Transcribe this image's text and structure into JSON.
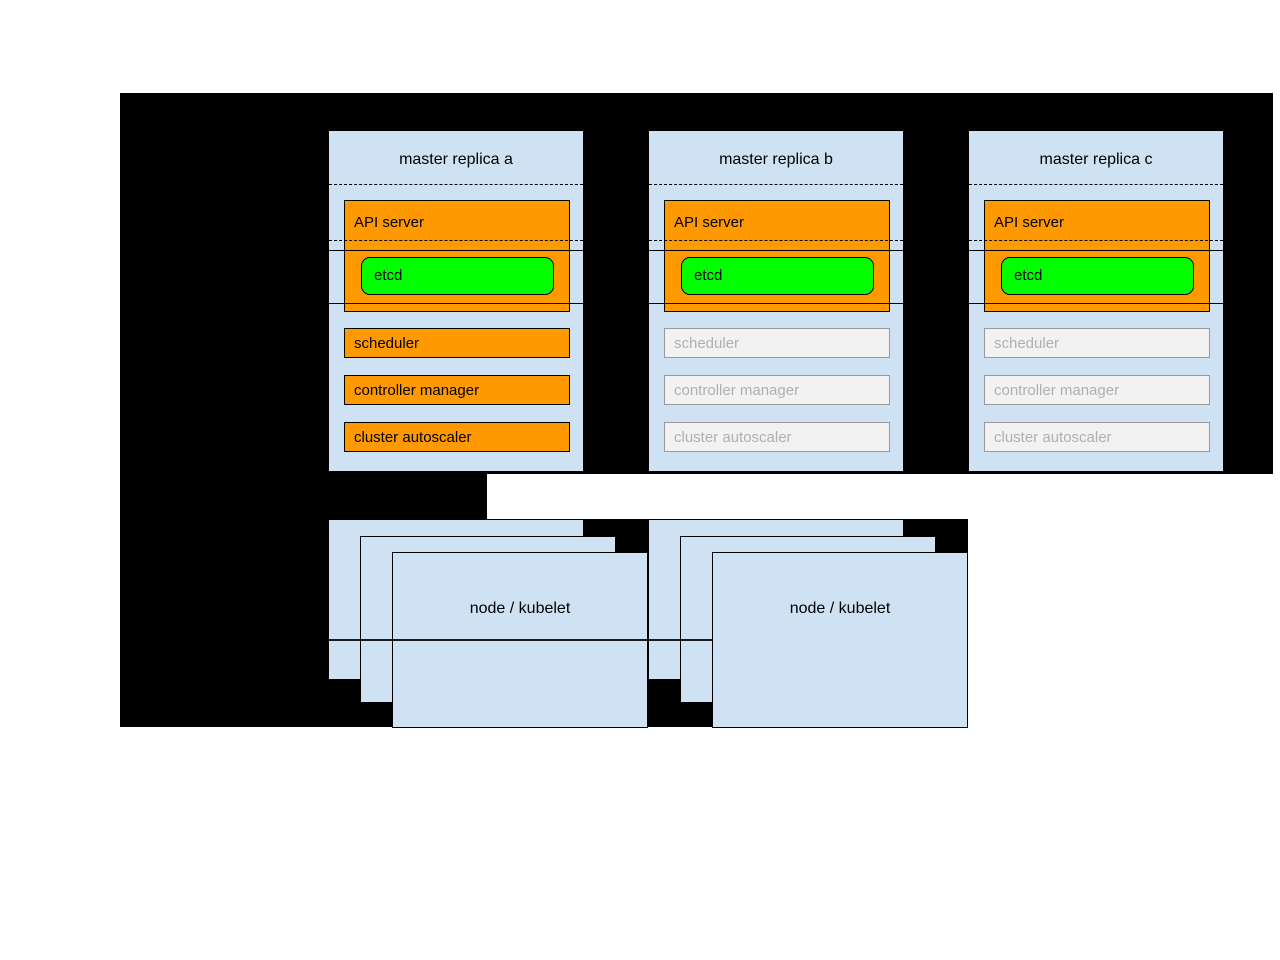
{
  "diagram": {
    "masters": [
      {
        "title": "master replica a",
        "state": "active",
        "components": {
          "api_server": "API server",
          "etcd": "etcd",
          "scheduler": "scheduler",
          "controller_manager": "controller manager",
          "cluster_autoscaler": "cluster autoscaler"
        }
      },
      {
        "title": "master replica b",
        "state": "standby",
        "components": {
          "api_server": "API server",
          "etcd": "etcd",
          "scheduler": "scheduler",
          "controller_manager": "controller manager",
          "cluster_autoscaler": "cluster autoscaler"
        }
      },
      {
        "title": "master replica c",
        "state": "standby",
        "components": {
          "api_server": "API server",
          "etcd": "etcd",
          "scheduler": "scheduler",
          "controller_manager": "controller manager",
          "cluster_autoscaler": "cluster autoscaler"
        }
      }
    ],
    "node_groups": [
      {
        "label": "node / kubelet"
      },
      {
        "label": "node / kubelet"
      }
    ],
    "colors": {
      "background": "#000000",
      "box_fill": "#cfe2f3",
      "active_component": "#ff9900",
      "etcd": "#00ff00",
      "inactive_fill": "#f2f2f2",
      "inactive_text": "#b0b0b0"
    }
  }
}
